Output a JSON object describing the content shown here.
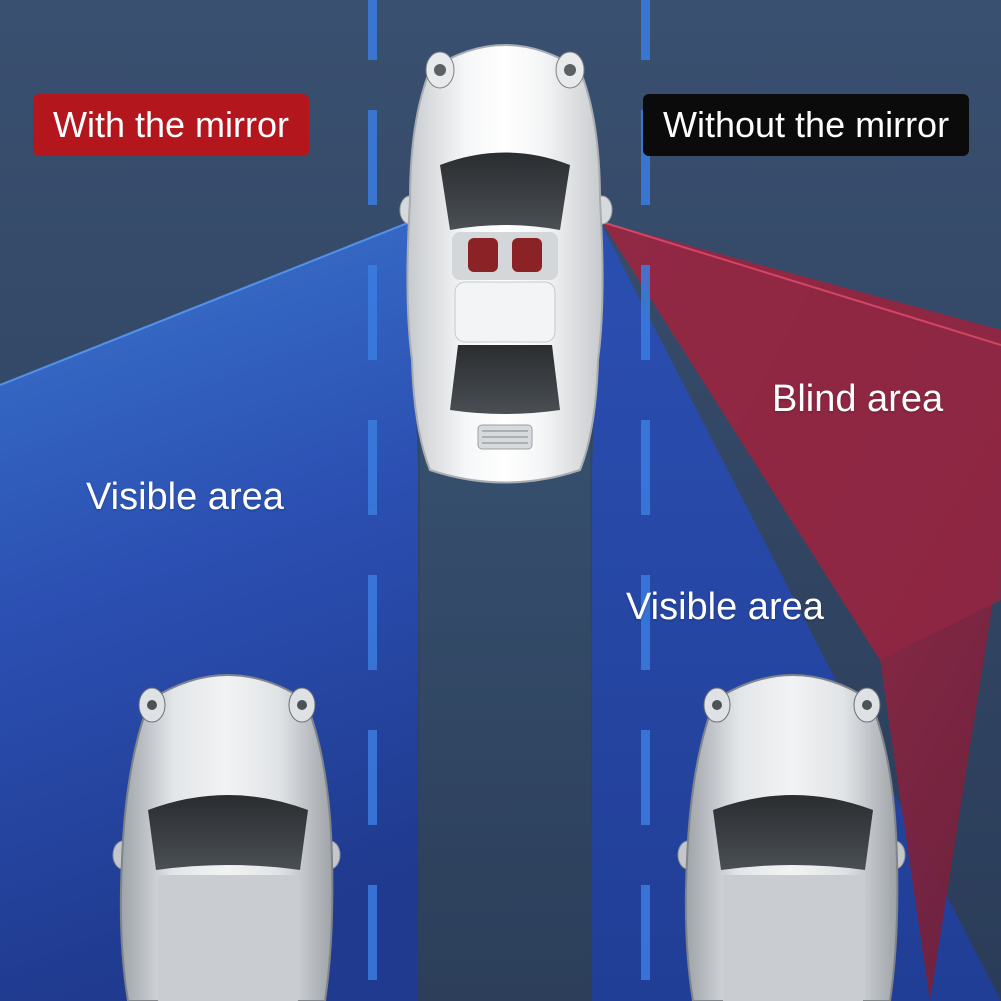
{
  "labels": {
    "with_mirror": "With the mirror",
    "without_mirror": "Without the mirror",
    "visible_left": "Visible area",
    "visible_right": "Visible area",
    "blind": "Blind area"
  },
  "colors": {
    "with_mirror_bg": "#b3161c",
    "without_mirror_bg": "#0b0b0b",
    "road_dark": "#2f4460",
    "visible_blue": "#2d52b8",
    "blind_red": "#8c2540",
    "lane_marking": "#3c78d8",
    "car_body": "#c9cdd2"
  },
  "icons": {
    "main_car": "sports-car-top-view-icon",
    "rear_car_left": "sports-car-top-view-icon",
    "rear_car_right": "sports-car-top-view-icon"
  }
}
